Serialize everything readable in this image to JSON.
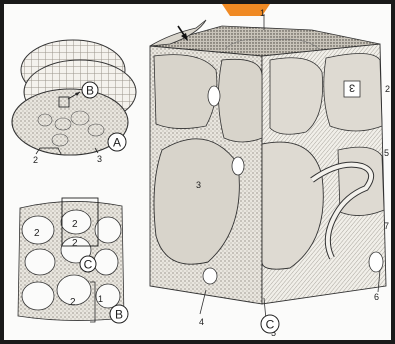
{
  "panels": {
    "A": {
      "letter": "A",
      "inset_letter": "B",
      "labels": [
        "2",
        "3"
      ]
    },
    "B": {
      "letter": "B",
      "inset_letter": "C",
      "labels": [
        "2",
        "2",
        "2",
        "2",
        "1"
      ]
    },
    "C": {
      "letter": "C",
      "labels": [
        "1",
        "2",
        "3",
        "3",
        "4",
        "5",
        "5",
        "6",
        "7"
      ]
    }
  },
  "colors": {
    "background": "#fbfbfa",
    "ink": "#222222",
    "accent": "#f08a24"
  }
}
